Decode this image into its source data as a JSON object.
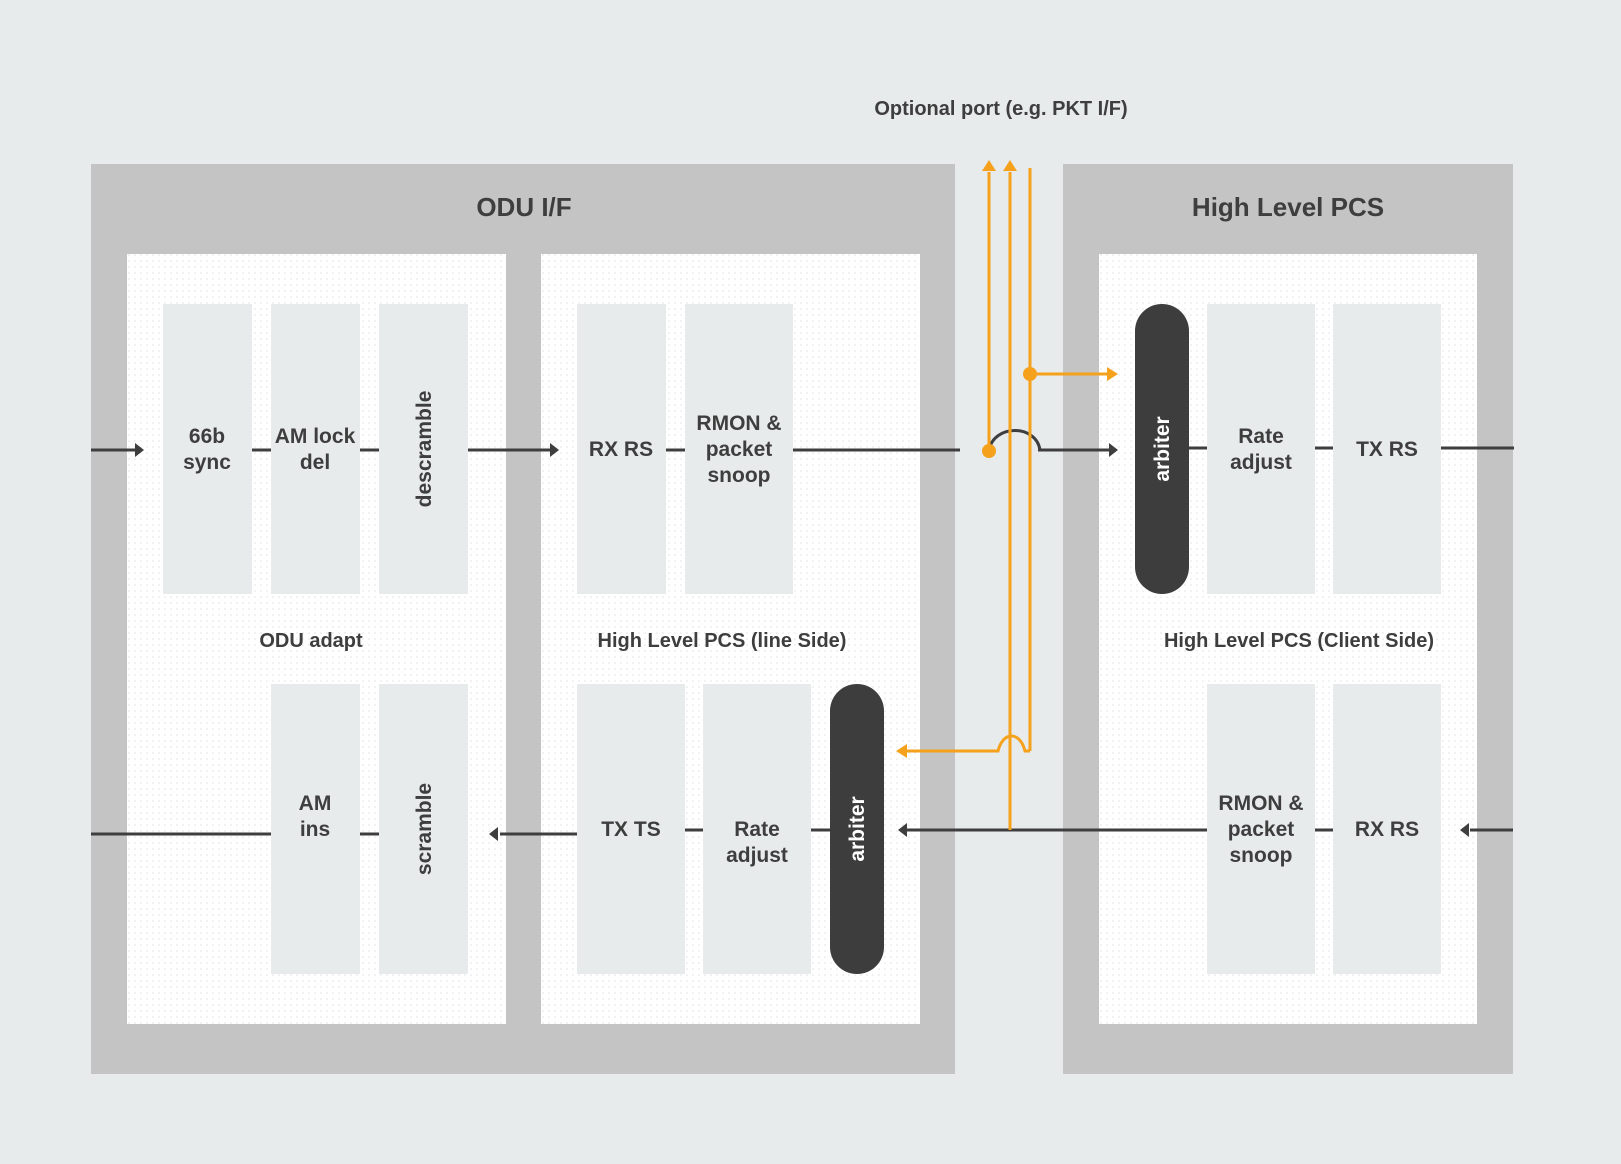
{
  "colors": {
    "background": "#e8ebec",
    "module": "#c4c4c4",
    "panel": "#ffffff",
    "block": "#e8ebec",
    "arbiter": "#3d3d3d",
    "signal": "#3e3e3e",
    "optional_signal": "#f5a11c"
  },
  "optional_port": "Optional port (e.g. PKT I/F)",
  "odu_if": {
    "title": "ODU I/F",
    "odu_adapt": {
      "label": "ODU adapt",
      "sync_line1": "66b",
      "sync_line2": "sync",
      "amlock_line1": "AM lock",
      "amlock_line2": "del",
      "descramble": "descramble",
      "amins_line1": "AM",
      "amins_line2": "ins",
      "scramble": "scramble"
    },
    "line_side": {
      "label": "High Level PCS (line Side)",
      "rxrs": "RX RS",
      "rmon_line1": "RMON &",
      "rmon_line2": "packet",
      "rmon_line3": "snoop",
      "txts": "TX TS",
      "rate_line1": "Rate",
      "rate_line2": "adjust",
      "arbiter": "arbiter"
    }
  },
  "high_level_pcs": {
    "title": "High Level PCS",
    "client_side": {
      "label": "High Level PCS (Client Side)",
      "arbiter": "arbiter",
      "rate_line1": "Rate",
      "rate_line2": "adjust",
      "txrs": "TX RS",
      "rmon_line1": "RMON &",
      "rmon_line2": "packet",
      "rmon_line3": "snoop",
      "rxrs": "RX RS"
    }
  }
}
